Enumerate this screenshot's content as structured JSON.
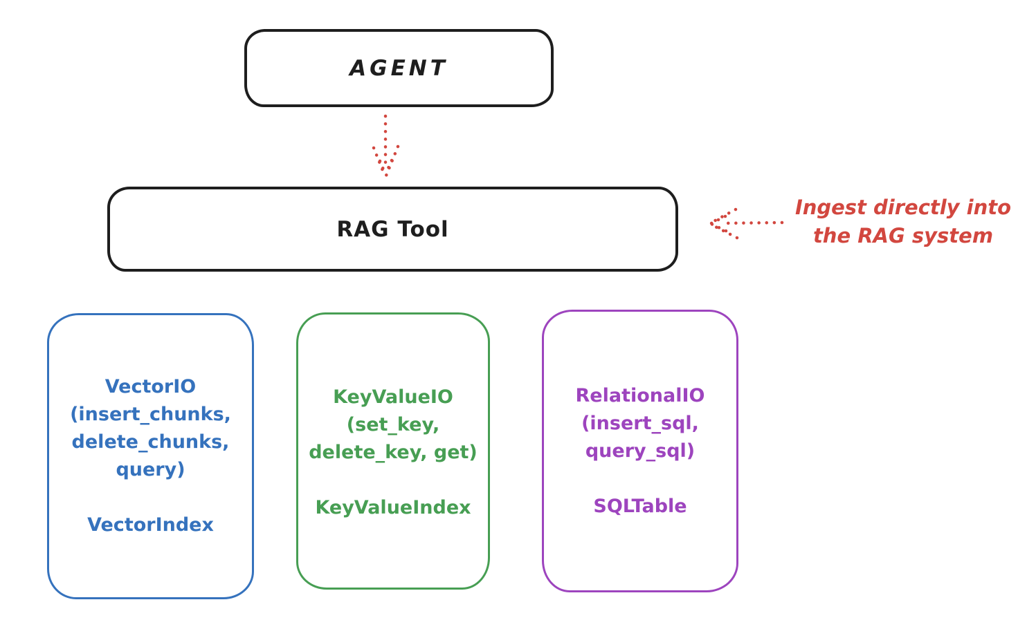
{
  "diagram": {
    "agent_box": {
      "label": "AGENT"
    },
    "rag_box": {
      "label": "RAG Tool"
    },
    "annotation": {
      "line1": "Ingest directly into",
      "line2": "the RAG system"
    },
    "storage_boxes": [
      {
        "name": "vector-io",
        "color": "#3572bd",
        "lines": [
          "VectorIO",
          "(insert_chunks,",
          "delete_chunks,",
          "query)"
        ],
        "index_label": "VectorIndex"
      },
      {
        "name": "keyvalue-io",
        "color": "#479e53",
        "lines": [
          "KeyValueIO",
          "(set_key,",
          "delete_key, get)"
        ],
        "index_label": "KeyValueIndex"
      },
      {
        "name": "relational-io",
        "color": "#9d44be",
        "lines": [
          "RelationalIO",
          "(insert_sql,",
          "query_sql)"
        ],
        "index_label": "SQLTable"
      }
    ],
    "colors": {
      "stroke_black": "#1e1e1e",
      "red": "#d2473f",
      "blue": "#3572bd",
      "green": "#479e53",
      "purple": "#9d44be",
      "background": "#ffffff"
    }
  }
}
